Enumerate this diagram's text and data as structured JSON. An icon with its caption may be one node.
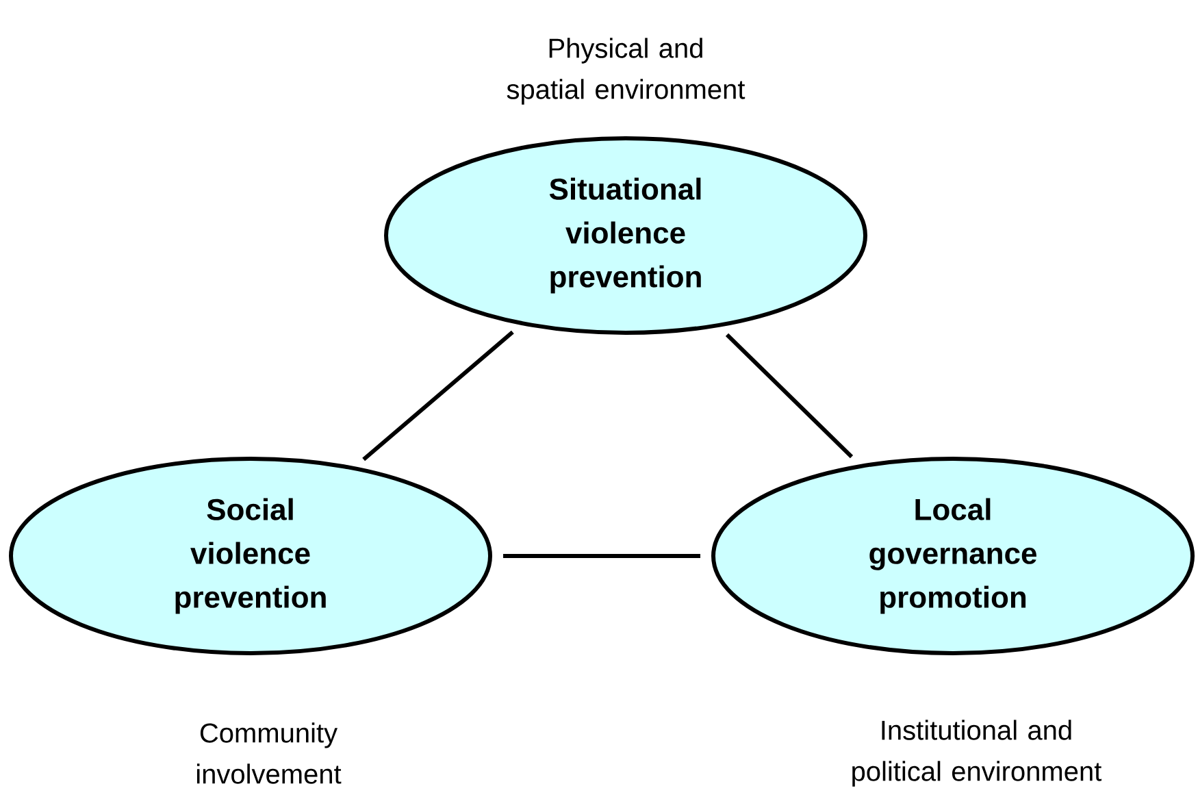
{
  "diagram": {
    "nodes": [
      {
        "text": [
          "Situational violence prevention"
        ],
        "beside": [
          "Physical and spatial environment"
        ]
      },
      {
        "text": [
          "Social violence prevention"
        ],
        "beside": [
          "Community involvement"
        ]
      },
      {
        "text": [
          "Local governance promotion"
        ],
        "beside": [
          "Institutional and political environment"
        ]
      }
    ],
    "edges": [
      {
        "from": 0,
        "to": 1,
        "arrow": "none"
      },
      {
        "from": 0,
        "to": 2,
        "arrow": "none"
      },
      {
        "from": 1,
        "to": 2,
        "arrow": "none"
      }
    ]
  }
}
